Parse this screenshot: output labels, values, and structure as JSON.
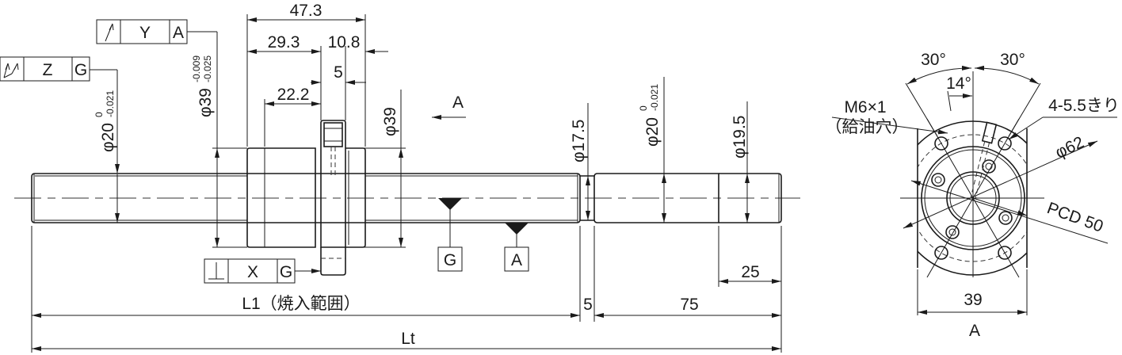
{
  "front_view": {
    "dim_47_3": "47.3",
    "dim_29_3": "29.3",
    "dim_10_8": "10.8",
    "dim_5_top": "5",
    "dim_22_2": "22.2",
    "dia_39_nut": "φ39",
    "dia_39_tol": {
      "main": "φ39",
      "upper": "-0.009",
      "lower": "-0.025"
    },
    "dia_20_left": {
      "main": "φ20",
      "upper": "0",
      "lower": "-0.021"
    },
    "dia_17_5": "φ17.5",
    "dia_20_right": {
      "main": "φ20",
      "upper": "0",
      "lower": "-0.021"
    },
    "dia_19_5": "φ19.5",
    "view_arrow_label": "A",
    "datum_g": "G",
    "datum_a": "A",
    "dim_25": "25",
    "dim_5_bottom": "5",
    "dim_75": "75",
    "dim_l1": "L1（焼入範囲）",
    "dim_lt": "Lt"
  },
  "feature_frames": [
    {
      "symbol": "circular-runout-icon",
      "tolerance": "Y",
      "datum": "A"
    },
    {
      "symbol": "total-runout-icon",
      "tolerance": "Z",
      "datum": "G"
    },
    {
      "symbol": "perpendicularity-icon",
      "tolerance": "X",
      "datum": "G"
    }
  ],
  "end_view": {
    "angle_left": "30°",
    "angle_right": "30°",
    "angle_oil": "14°",
    "oil_hole_thread": "M6×1",
    "oil_hole_note": "（給油穴）",
    "bolt_holes": "4-5.5きり",
    "flange_dia": "φ62",
    "pcd": "PCD 50",
    "width": "39",
    "view_label": "A"
  }
}
